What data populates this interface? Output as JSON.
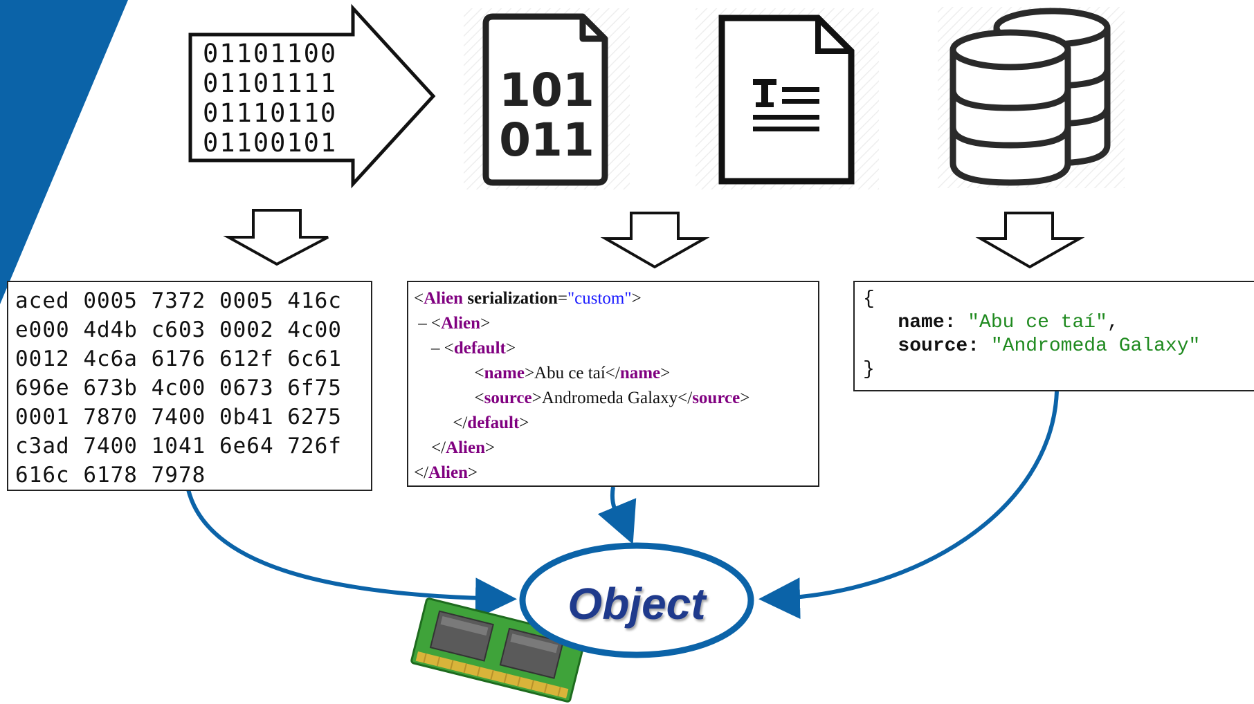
{
  "binary_lines": [
    "01101100",
    "01101111",
    "01110110",
    "01100101"
  ],
  "file_icon_text": [
    "101",
    "011"
  ],
  "hex_lines": [
    "aced 0005 7372 0005 416c",
    "e000 4d4b c603 0002 4c00",
    "0012 4c6a 6176 612f 6c61",
    "696e 673b 4c00 0673 6f75",
    "0001 7870 7400 0b41 6275",
    "c3ad 7400 1041 6e64 726f",
    "616c 6178 7978"
  ],
  "xml": {
    "line1_open": "<",
    "line1_tag": "Alien",
    "line1_attr": " serialization",
    "line1_eq": "=",
    "line1_val": "\"custom\"",
    "line1_close": ">",
    "line2_dash": "– ",
    "line2_open": "<",
    "line2_tag": "Alien",
    "line2_close": ">",
    "line3_dash": "– ",
    "line3_open": "<",
    "line3_tag": "default",
    "line3_close": ">",
    "line4_open": "<",
    "line4_tag": "name",
    "line4_mid": ">Abu ce taí</",
    "line4_tag2": "name",
    "line4_close": ">",
    "line5_open": "<",
    "line5_tag": "source",
    "line5_mid": ">Andromeda Galaxy</",
    "line5_tag2": "source",
    "line5_close": ">",
    "line6_open": "</",
    "line6_tag": "default",
    "line6_close": ">",
    "line7_open": "</",
    "line7_tag": "Alien",
    "line7_close": ">",
    "line8_open": "</",
    "line8_tag": "Alien",
    "line8_close": ">"
  },
  "json": {
    "open": "{",
    "name_key": "name:",
    "name_val": "\"Abu ce taí\"",
    "name_comma": ",",
    "source_key": "source:",
    "source_val": "\"Andromeda Galaxy\"",
    "close": "}"
  },
  "object_label": "Object",
  "colors": {
    "accent_blue": "#0b63a8",
    "object_text": "#1f3a8c",
    "xml_tag": "#800080",
    "xml_value": "#1a1aff",
    "json_string": "#1f8a1f",
    "pcb_green": "#3fa33a"
  },
  "icons": [
    "binary-arrow-icon",
    "binary-file-icon",
    "text-document-icon",
    "database-icon",
    "down-arrow-icon",
    "memory-module-icon"
  ]
}
